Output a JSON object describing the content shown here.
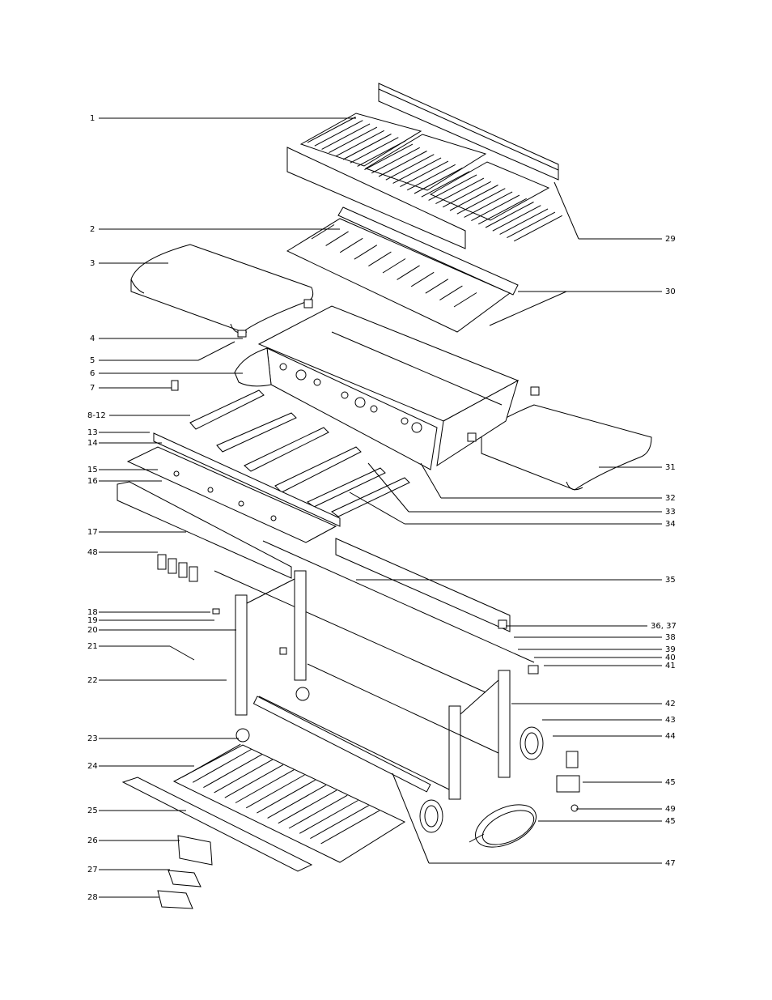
{
  "diagram": {
    "callouts_left": [
      {
        "id": "1",
        "text": "1"
      },
      {
        "id": "2",
        "text": "2"
      },
      {
        "id": "3",
        "text": "3"
      },
      {
        "id": "4",
        "text": "4"
      },
      {
        "id": "5",
        "text": "5"
      },
      {
        "id": "6",
        "text": "6"
      },
      {
        "id": "7",
        "text": "7"
      },
      {
        "id": "8-12",
        "text": "8-12"
      },
      {
        "id": "13",
        "text": "13"
      },
      {
        "id": "14",
        "text": "14"
      },
      {
        "id": "15",
        "text": "15"
      },
      {
        "id": "16",
        "text": "16"
      },
      {
        "id": "17",
        "text": "17"
      },
      {
        "id": "48",
        "text": "48"
      },
      {
        "id": "18",
        "text": "18"
      },
      {
        "id": "19",
        "text": "19"
      },
      {
        "id": "20",
        "text": "20"
      },
      {
        "id": "21",
        "text": "21"
      },
      {
        "id": "22",
        "text": "22"
      },
      {
        "id": "23",
        "text": "23"
      },
      {
        "id": "24",
        "text": "24"
      },
      {
        "id": "25",
        "text": "25"
      },
      {
        "id": "26",
        "text": "26"
      },
      {
        "id": "27",
        "text": "27"
      },
      {
        "id": "28",
        "text": "28"
      }
    ],
    "callouts_right": [
      {
        "id": "29",
        "text": "29"
      },
      {
        "id": "30",
        "text": "30"
      },
      {
        "id": "31",
        "text": "31"
      },
      {
        "id": "32",
        "text": "32"
      },
      {
        "id": "33",
        "text": "33"
      },
      {
        "id": "34",
        "text": "34"
      },
      {
        "id": "35",
        "text": "35"
      },
      {
        "id": "36-37",
        "text": "36, 37"
      },
      {
        "id": "38",
        "text": "38"
      },
      {
        "id": "39",
        "text": "39"
      },
      {
        "id": "40",
        "text": "40"
      },
      {
        "id": "41",
        "text": "41"
      },
      {
        "id": "42",
        "text": "42"
      },
      {
        "id": "43",
        "text": "43"
      },
      {
        "id": "44",
        "text": "44"
      },
      {
        "id": "45a",
        "text": "45"
      },
      {
        "id": "49",
        "text": "49"
      },
      {
        "id": "45b",
        "text": "45"
      },
      {
        "id": "47",
        "text": "47"
      }
    ]
  }
}
